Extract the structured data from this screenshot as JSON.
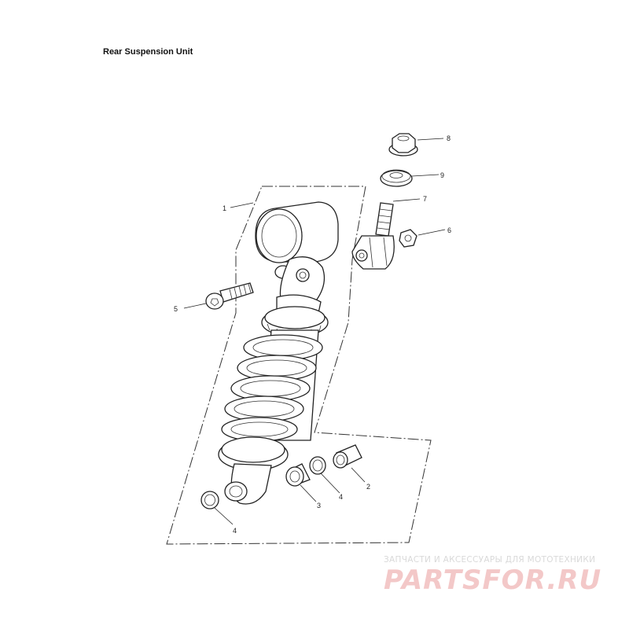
{
  "title": "Rear Suspension Unit",
  "callouts": [
    {
      "id": "1",
      "label": "1"
    },
    {
      "id": "2",
      "label": "2"
    },
    {
      "id": "3",
      "label": "3"
    },
    {
      "id": "4a",
      "label": "4"
    },
    {
      "id": "4b",
      "label": "4"
    },
    {
      "id": "5",
      "label": "5"
    },
    {
      "id": "6",
      "label": "6"
    },
    {
      "id": "7",
      "label": "7"
    },
    {
      "id": "8",
      "label": "8"
    },
    {
      "id": "9",
      "label": "9"
    }
  ],
  "watermark": {
    "tagline": "ЗАПЧАСТИ И АКСЕССУАРЫ ДЛЯ МОТОТЕХНИКИ",
    "logo": "PARTSFOR.RU"
  }
}
